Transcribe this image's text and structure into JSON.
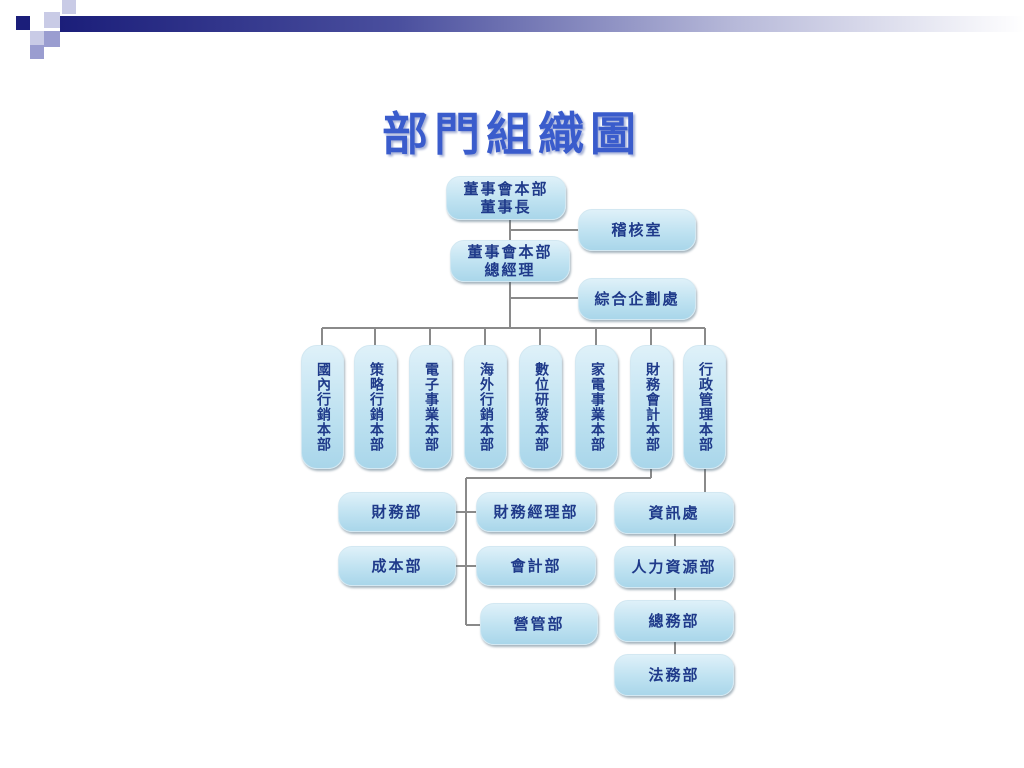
{
  "title": "部門組織圖",
  "org_chart": {
    "top": {
      "line1": "董事會本部",
      "line2": "董事長"
    },
    "audit": "稽核室",
    "gm": {
      "line1": "董事會本部",
      "line2": "總經理"
    },
    "planning": "綜合企劃處",
    "divisions": [
      "國內行銷本部",
      "策略行銷本部",
      "電子事業本部",
      "海外行銷本部",
      "數位研發本部",
      "家電事業本部",
      "財務會計本部",
      "行政管理本部"
    ],
    "finance_depts": {
      "left": [
        "財務部",
        "成本部"
      ],
      "right": [
        "財務經理部",
        "會計部",
        "營管部"
      ]
    },
    "admin_depts": [
      "資訊處",
      "人力資源部",
      "總務部",
      "法務部"
    ]
  }
}
